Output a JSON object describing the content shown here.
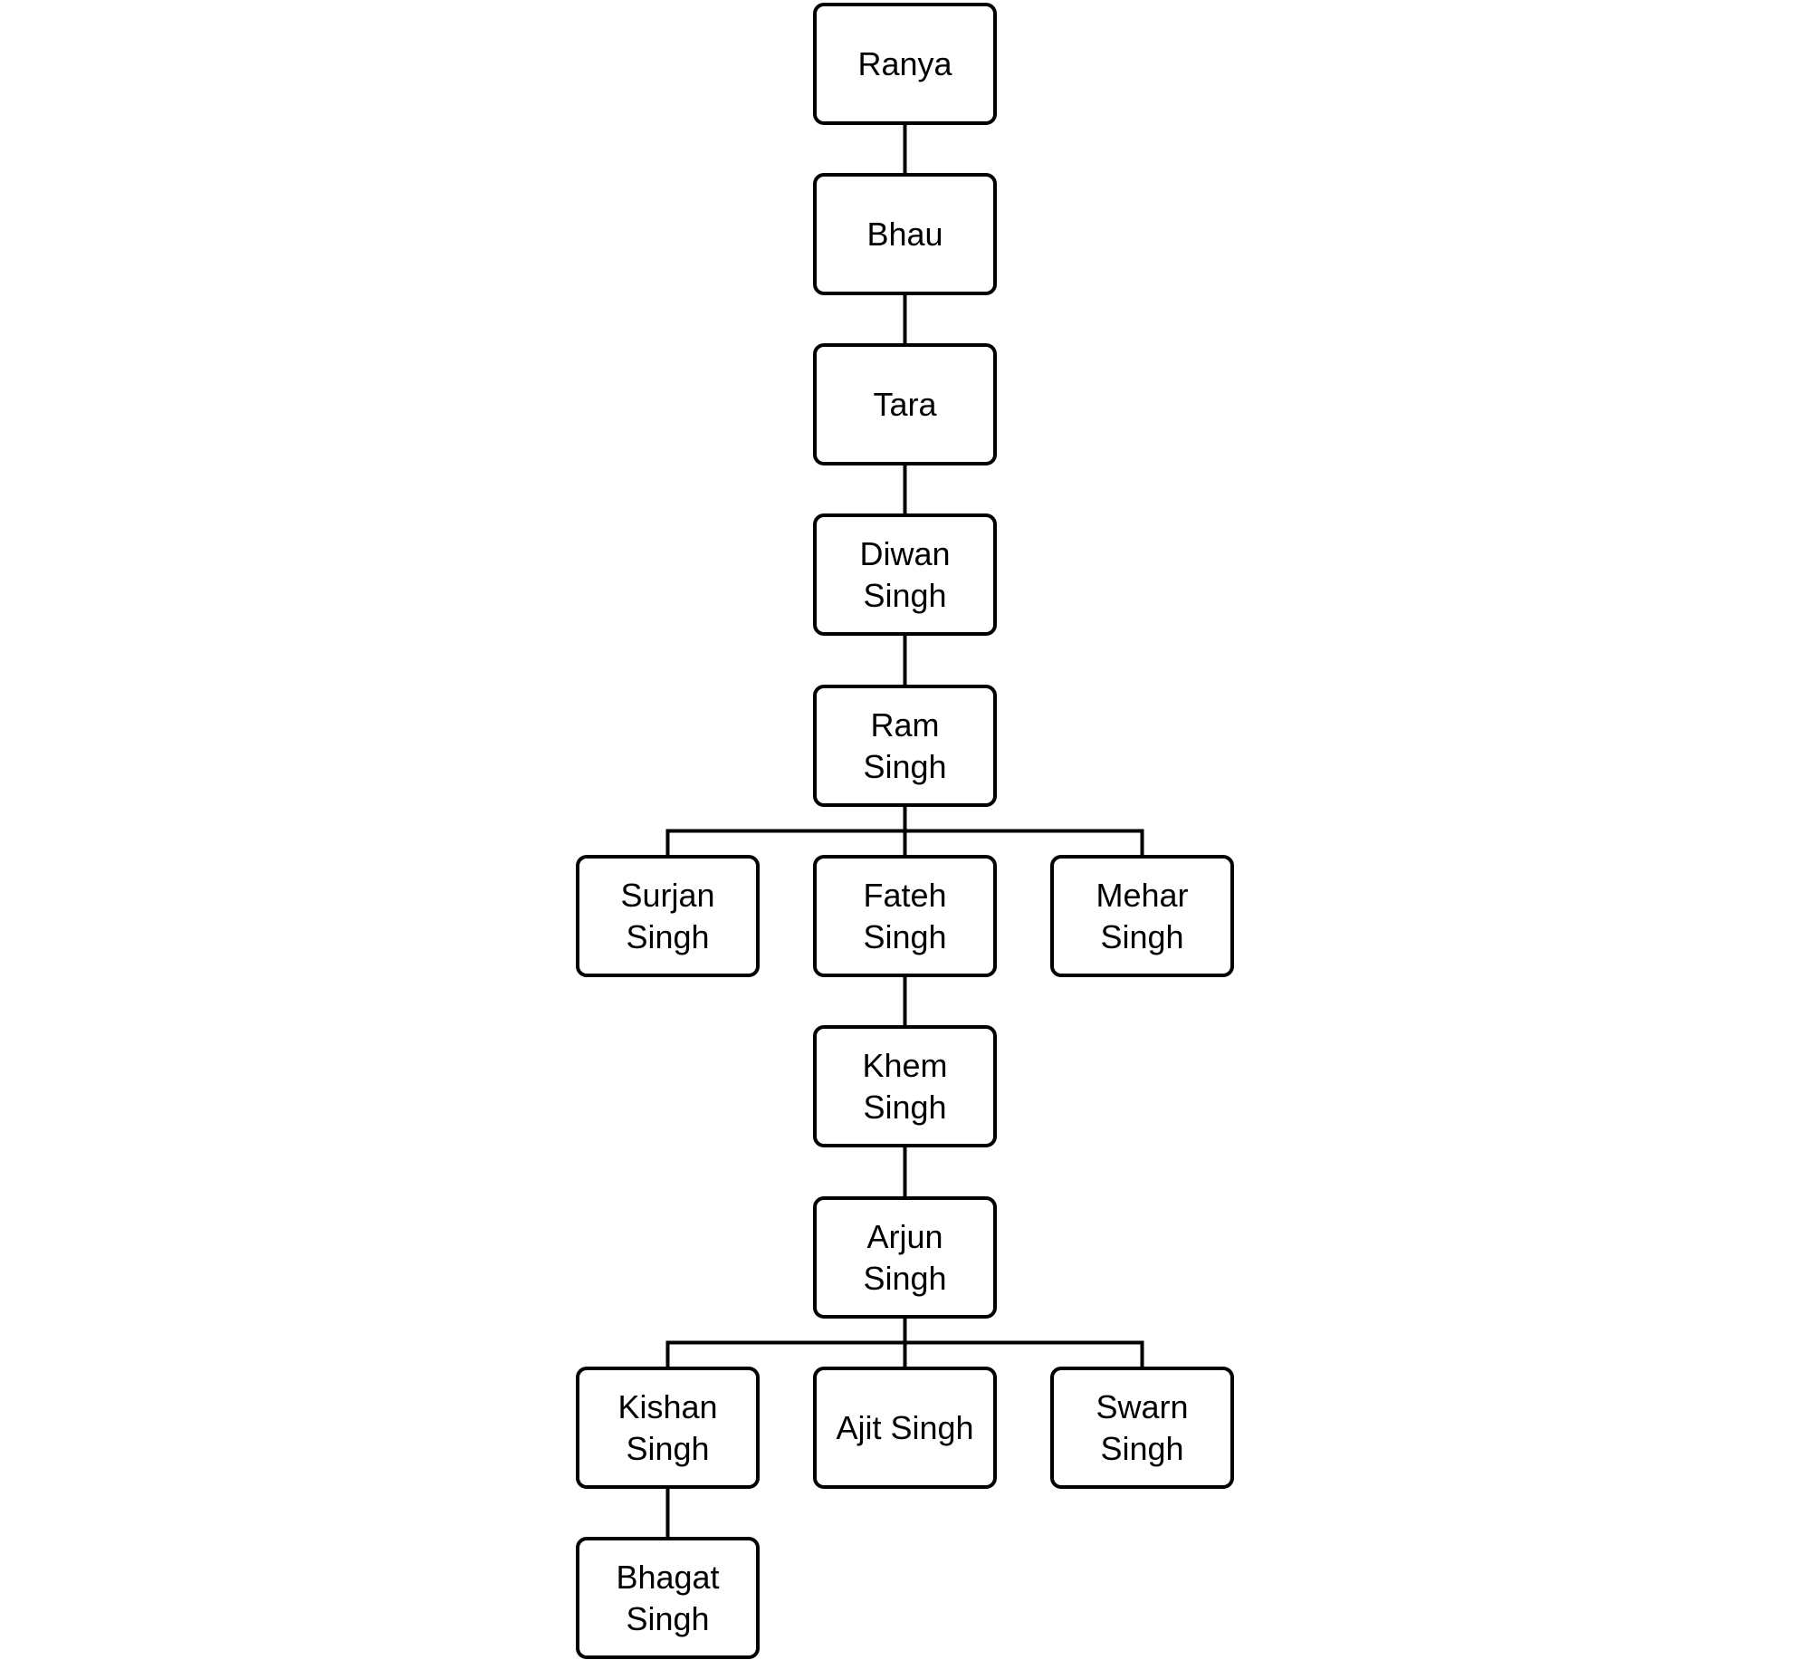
{
  "colors": {
    "line": "#000000",
    "box_border": "#000000",
    "box_fill": "#ffffff",
    "text": "#000000"
  },
  "nodes": [
    {
      "id": "ranya",
      "lines": [
        "Ranya"
      ]
    },
    {
      "id": "bhau",
      "lines": [
        "Bhau"
      ]
    },
    {
      "id": "tara",
      "lines": [
        "Tara"
      ]
    },
    {
      "id": "diwan",
      "lines": [
        "Diwan",
        "Singh"
      ]
    },
    {
      "id": "ram",
      "lines": [
        "Ram",
        "Singh"
      ]
    },
    {
      "id": "surjan",
      "lines": [
        "Surjan",
        "Singh"
      ]
    },
    {
      "id": "fateh",
      "lines": [
        "Fateh",
        "Singh"
      ]
    },
    {
      "id": "mehar",
      "lines": [
        "Mehar",
        "Singh"
      ]
    },
    {
      "id": "khem",
      "lines": [
        "Khem",
        "Singh"
      ]
    },
    {
      "id": "arjun",
      "lines": [
        "Arjun",
        "Singh"
      ]
    },
    {
      "id": "kishan",
      "lines": [
        "Kishan",
        "Singh"
      ]
    },
    {
      "id": "ajit",
      "lines": [
        "Ajit Singh"
      ]
    },
    {
      "id": "swarn",
      "lines": [
        "Swarn",
        "Singh"
      ]
    },
    {
      "id": "bhagat",
      "lines": [
        "Bhagat",
        "Singh"
      ]
    }
  ],
  "edges": [
    {
      "parent": "ranya",
      "children": [
        "bhau"
      ]
    },
    {
      "parent": "bhau",
      "children": [
        "tara"
      ]
    },
    {
      "parent": "tara",
      "children": [
        "diwan"
      ]
    },
    {
      "parent": "diwan",
      "children": [
        "ram"
      ]
    },
    {
      "parent": "ram",
      "children": [
        "surjan",
        "fateh",
        "mehar"
      ]
    },
    {
      "parent": "fateh",
      "children": [
        "khem"
      ]
    },
    {
      "parent": "khem",
      "children": [
        "arjun"
      ]
    },
    {
      "parent": "arjun",
      "children": [
        "kishan",
        "ajit",
        "swarn"
      ]
    },
    {
      "parent": "kishan",
      "children": [
        "bhagat"
      ]
    }
  ]
}
